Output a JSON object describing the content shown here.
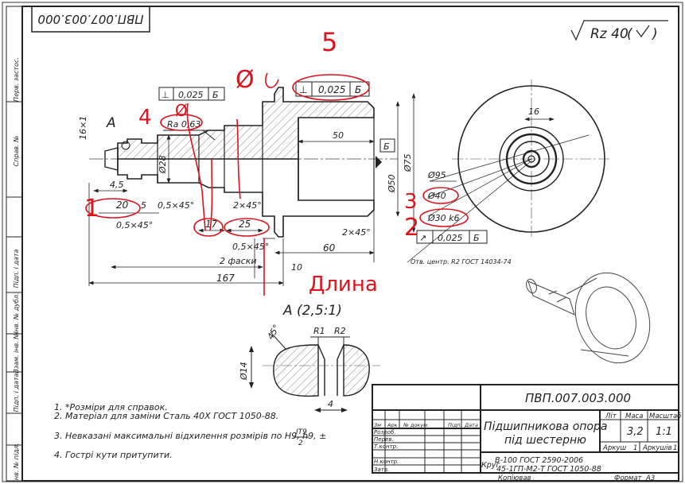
{
  "drawing": {
    "code": "ПВП.007.003.000",
    "title_line1": "Підшипникова опора",
    "title_line2": "під шестерню",
    "mass": "3,2",
    "scale": "1:1",
    "sheet_label": "Аркуш",
    "sheet_num": "1",
    "sheets_label": "Аркушів",
    "sheets_num": "1",
    "format_label": "Формат",
    "format_value": "А3",
    "copied_label": "Копіював",
    "roughness": "Rz 40",
    "center_holes_note": "Отв. центр. R2 ГОСТ 14034-74",
    "material_1": "В-100 ГОСТ 2590-2006",
    "material_2": "45-1ГП-М2-Т ГОСТ 1050-88",
    "material_prefix": "Круг"
  },
  "title_block": {
    "lit": "Літ",
    "masa": "Маса",
    "masshtab": "Масштаб",
    "zm": "Зм",
    "ark": "Арк",
    "doc_no": "№ докум.",
    "sign": "Підп.",
    "date": "Дата",
    "rozrob": "Розроб.",
    "perev": "Перев.",
    "tkontr": "Т.контр.",
    "nkontr": "Н.контр.",
    "zatv": "Затв."
  },
  "side_stamp": {
    "perv": "Перв. застос.",
    "sprav": "Справ. №",
    "pidp_data_1": "Підп. і дата",
    "inv_dubl": "Інв. № дубл.",
    "vzam_inv": "Взам. інв. №",
    "pidp_data_2": "Підп. і дата",
    "inv_pidl": "Інв. № підл."
  },
  "notes": [
    "1.  *Розміри для справок.",
    "2.  Матеріал для заміни Сталь 40Х ГОСТ 1050-88.",
    "3.  Невказані максимальні відхилення розмірів по Н9, h9, ±",
    "4.  Гострі кути притупити."
  ],
  "it_fraction": {
    "num": "IT9",
    "den": "2"
  },
  "tolerances": {
    "top_left": {
      "symbol": "⊥",
      "value": "0,025",
      "base": "Б"
    },
    "top_right": {
      "symbol": "⊥",
      "value": "0,025",
      "base": "Б"
    },
    "right": {
      "symbol": "↗",
      "value": "0,025",
      "base": "Б"
    }
  },
  "datum": "Б",
  "ra": "Ra 0,63",
  "dims": {
    "d16x1": "16×1",
    "a_label": "A",
    "d45": "4,5",
    "d20": "20",
    "d5": "5",
    "ch05_1": "0,5×45°",
    "ch05_2": "0,5×45°",
    "ch05_3": "0,5×45°",
    "d28": "Ø28",
    "d17": "17",
    "d25": "25",
    "ch2_1": "2×45°",
    "ch2_2": "2×45°",
    "two_chamfers": "2 фаски",
    "d10": "10",
    "d60": "60",
    "d167": "167",
    "d50len": "50",
    "dia50": "Ø50",
    "dia75": "Ø75",
    "dia95": "Ø95",
    "dia40": "Ø40",
    "dia30": "Ø30 k6",
    "d16": "16",
    "detail_title": "A (2,5:1)",
    "r1": "R1",
    "r2": "R2",
    "a45": "45°",
    "d14": "Ø14",
    "d4": "4"
  },
  "annotations": {
    "n1": "1",
    "n2": "2",
    "n3": "3",
    "n4": "4",
    "n5": "5",
    "n_phi": "Ø",
    "n_phi2": "Ø",
    "length_word": "Длина"
  }
}
